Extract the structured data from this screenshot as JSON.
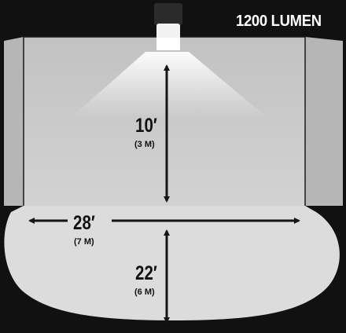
{
  "title": "1200 LUMEN",
  "dimensions": {
    "height": {
      "value": "10′",
      "metric": "(3 M)"
    },
    "width": {
      "value": "28′",
      "metric": "(7 M)"
    },
    "depth": {
      "value": "22′",
      "metric": "(6 M)"
    }
  },
  "icons": {
    "fixture": "wall-pack-light-icon"
  },
  "colors": {
    "background": "#111111",
    "wall": "#c9c9c9",
    "floor": "#dcdcdc",
    "light": "#ffffff",
    "arrow": "#151515"
  }
}
